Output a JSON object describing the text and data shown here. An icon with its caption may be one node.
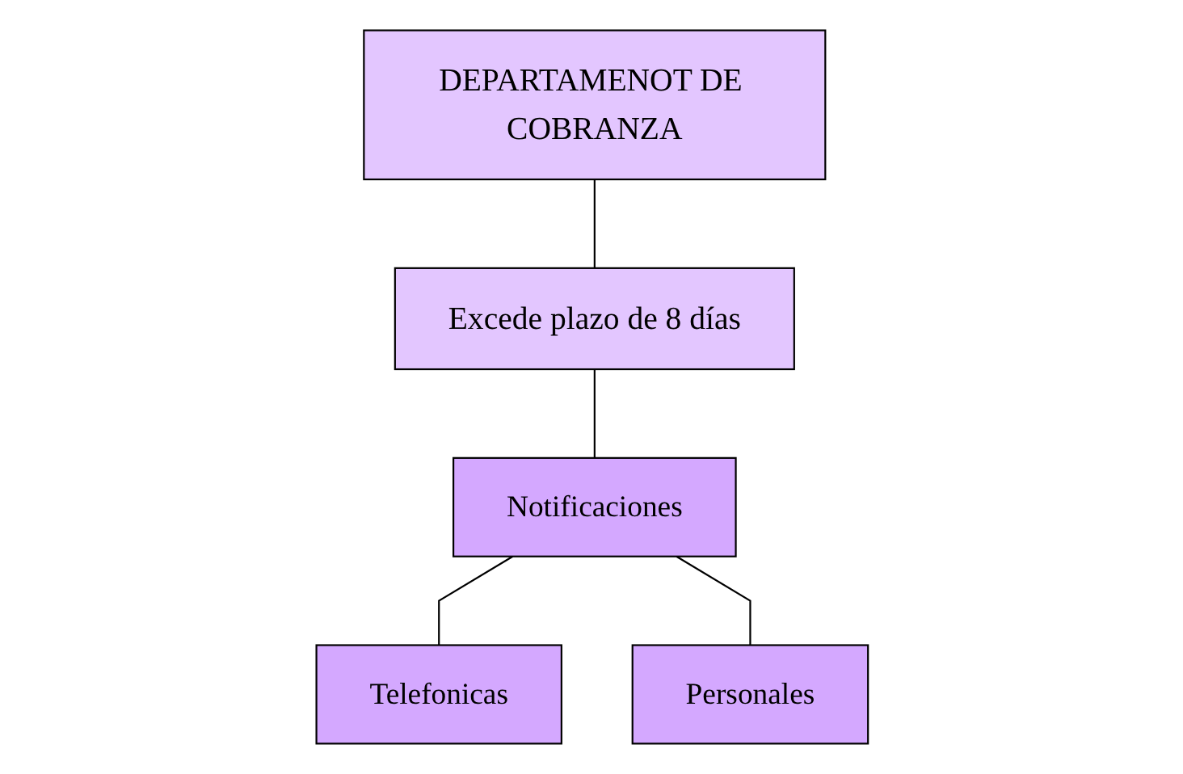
{
  "diagram": {
    "nodes": [
      {
        "text": [
          "DEPARTAMENOT DE COBRANZA"
        ]
      },
      {
        "text": [
          "Excede plazo de 8 días"
        ]
      },
      {
        "text": [
          "Notificaciones"
        ]
      },
      {
        "text": [
          "Telefonicas"
        ]
      },
      {
        "text": [
          "Personales"
        ]
      }
    ],
    "edges": [
      {
        "from": 0,
        "to": 1,
        "arrow": "none"
      },
      {
        "from": 1,
        "to": 2,
        "arrow": "none"
      },
      {
        "from": 2,
        "to": 3,
        "arrow": "none"
      },
      {
        "from": 2,
        "to": 4,
        "arrow": "none"
      }
    ]
  }
}
